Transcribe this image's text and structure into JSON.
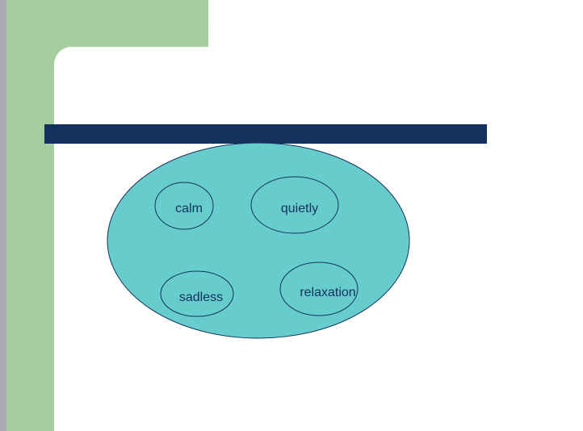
{
  "colors": {
    "gray_strip": "#a9a9b3",
    "green": "#a6cd9d",
    "title_bar": "#14315e",
    "outer_fill": "#66cccc",
    "outline": "#14315e",
    "text": "#14315e"
  },
  "diagram": {
    "nodes": [
      {
        "label": "calm"
      },
      {
        "label": "quietly"
      },
      {
        "label": "sadless"
      },
      {
        "label": "relaxation"
      }
    ]
  }
}
